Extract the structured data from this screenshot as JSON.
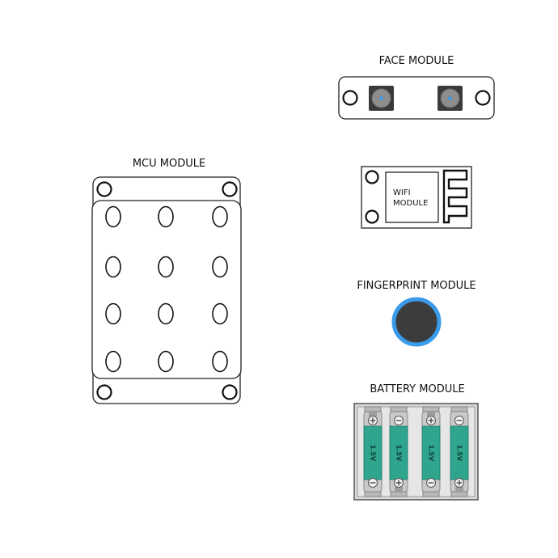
{
  "modules": {
    "face": {
      "label": "FACE MODULE"
    },
    "mcu": {
      "label": "MCU MODULE"
    },
    "wifi": {
      "label_line1": "WIFI",
      "label_line2": "MODULE"
    },
    "fingerprint": {
      "label": "FINGERPRINT MODULE"
    },
    "battery": {
      "label": "BATTERY MODULE",
      "cell_voltage": "1.5V",
      "cell_count": 4
    }
  },
  "colors": {
    "outline": "#222222",
    "fingerprint_ring": "#3a9bea",
    "fingerprint_sensor": "#3c3c3c",
    "camera_dot": "#3a9bea",
    "camera_lens": "#8a8a8a",
    "battery_body": "#2fa58e",
    "battery_cap": "#c9c9c9",
    "battery_tray": "#6b6b6b"
  },
  "icons": {
    "mounting_hole": "ring-icon",
    "camera": "camera-lens-icon",
    "antenna": "pcb-antenna-icon",
    "fingerprint": "fingerprint-sensor-icon",
    "battery": "aa-battery-icon"
  }
}
